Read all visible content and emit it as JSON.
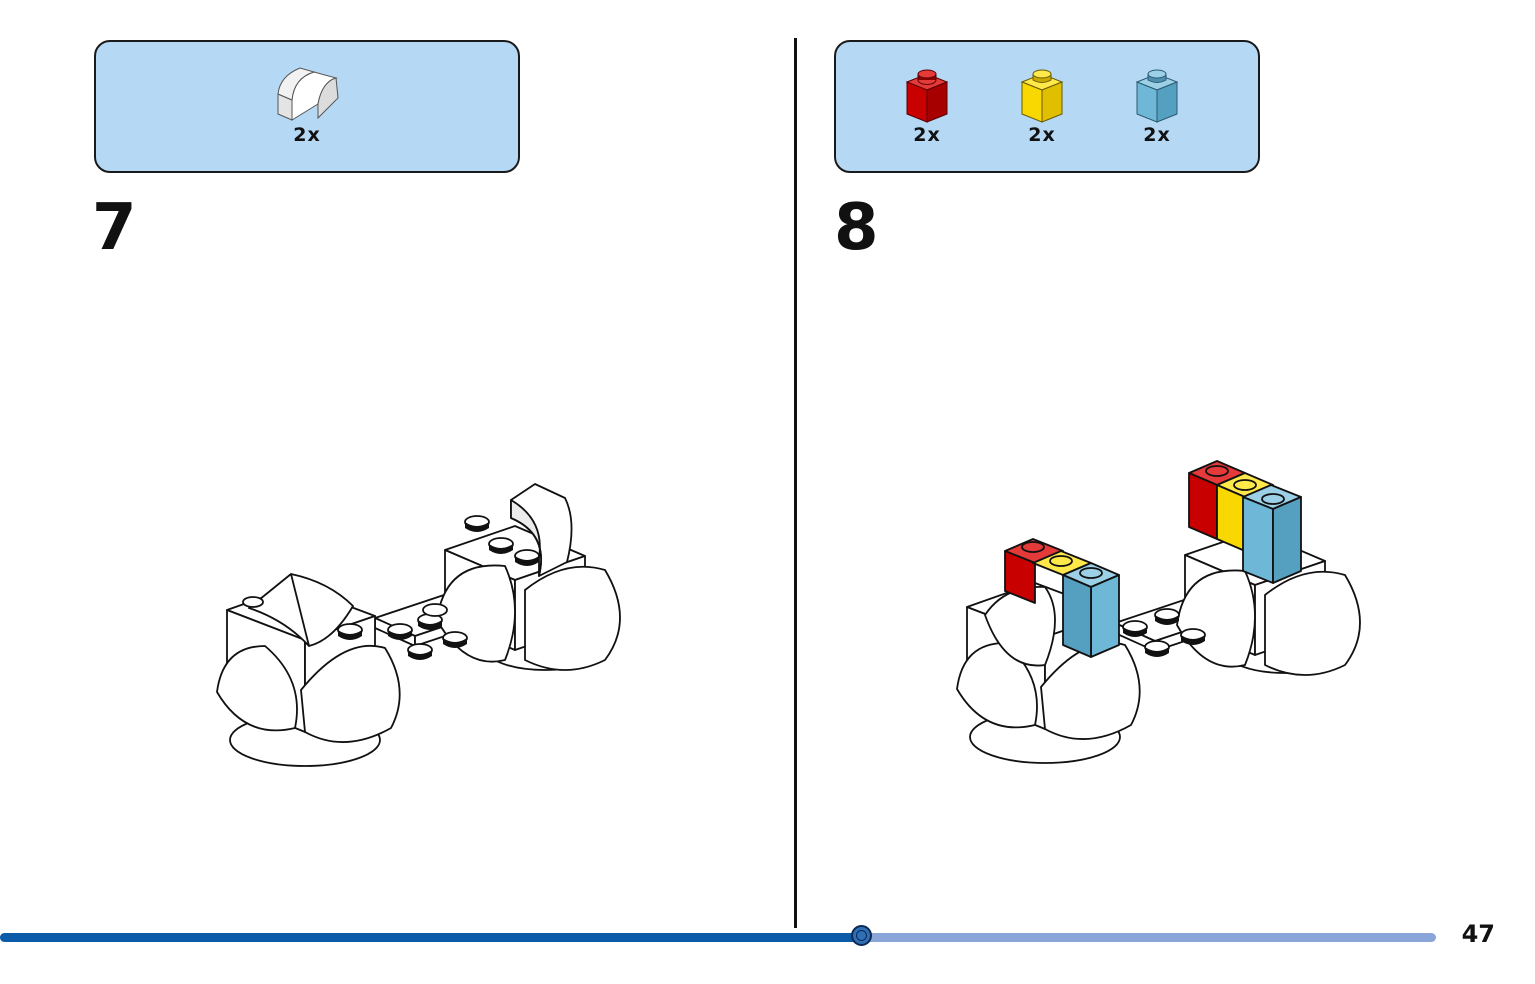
{
  "page_number": "47",
  "progress": 0.6,
  "colors": {
    "parts_box_bg": "#b5d8f5",
    "progress_fill": "#0c5ba8",
    "progress_track": "#8aa6d8",
    "brick_red": "#d10a0a",
    "brick_yellow": "#f8d800",
    "brick_blue": "#6fb7d6",
    "brick_white": "#ffffff"
  },
  "steps": [
    {
      "number": "7",
      "parts": [
        {
          "icon": "white-curved-slope-brick-icon",
          "color": "#ffffff",
          "count": "2x"
        }
      ]
    },
    {
      "number": "8",
      "parts": [
        {
          "icon": "red-1x1-brick-icon",
          "color": "#d10a0a",
          "count": "2x"
        },
        {
          "icon": "yellow-1x1-brick-icon",
          "color": "#f8d800",
          "count": "2x"
        },
        {
          "icon": "blue-1x1-brick-icon",
          "color": "#6fb7d6",
          "count": "2x"
        }
      ]
    }
  ]
}
